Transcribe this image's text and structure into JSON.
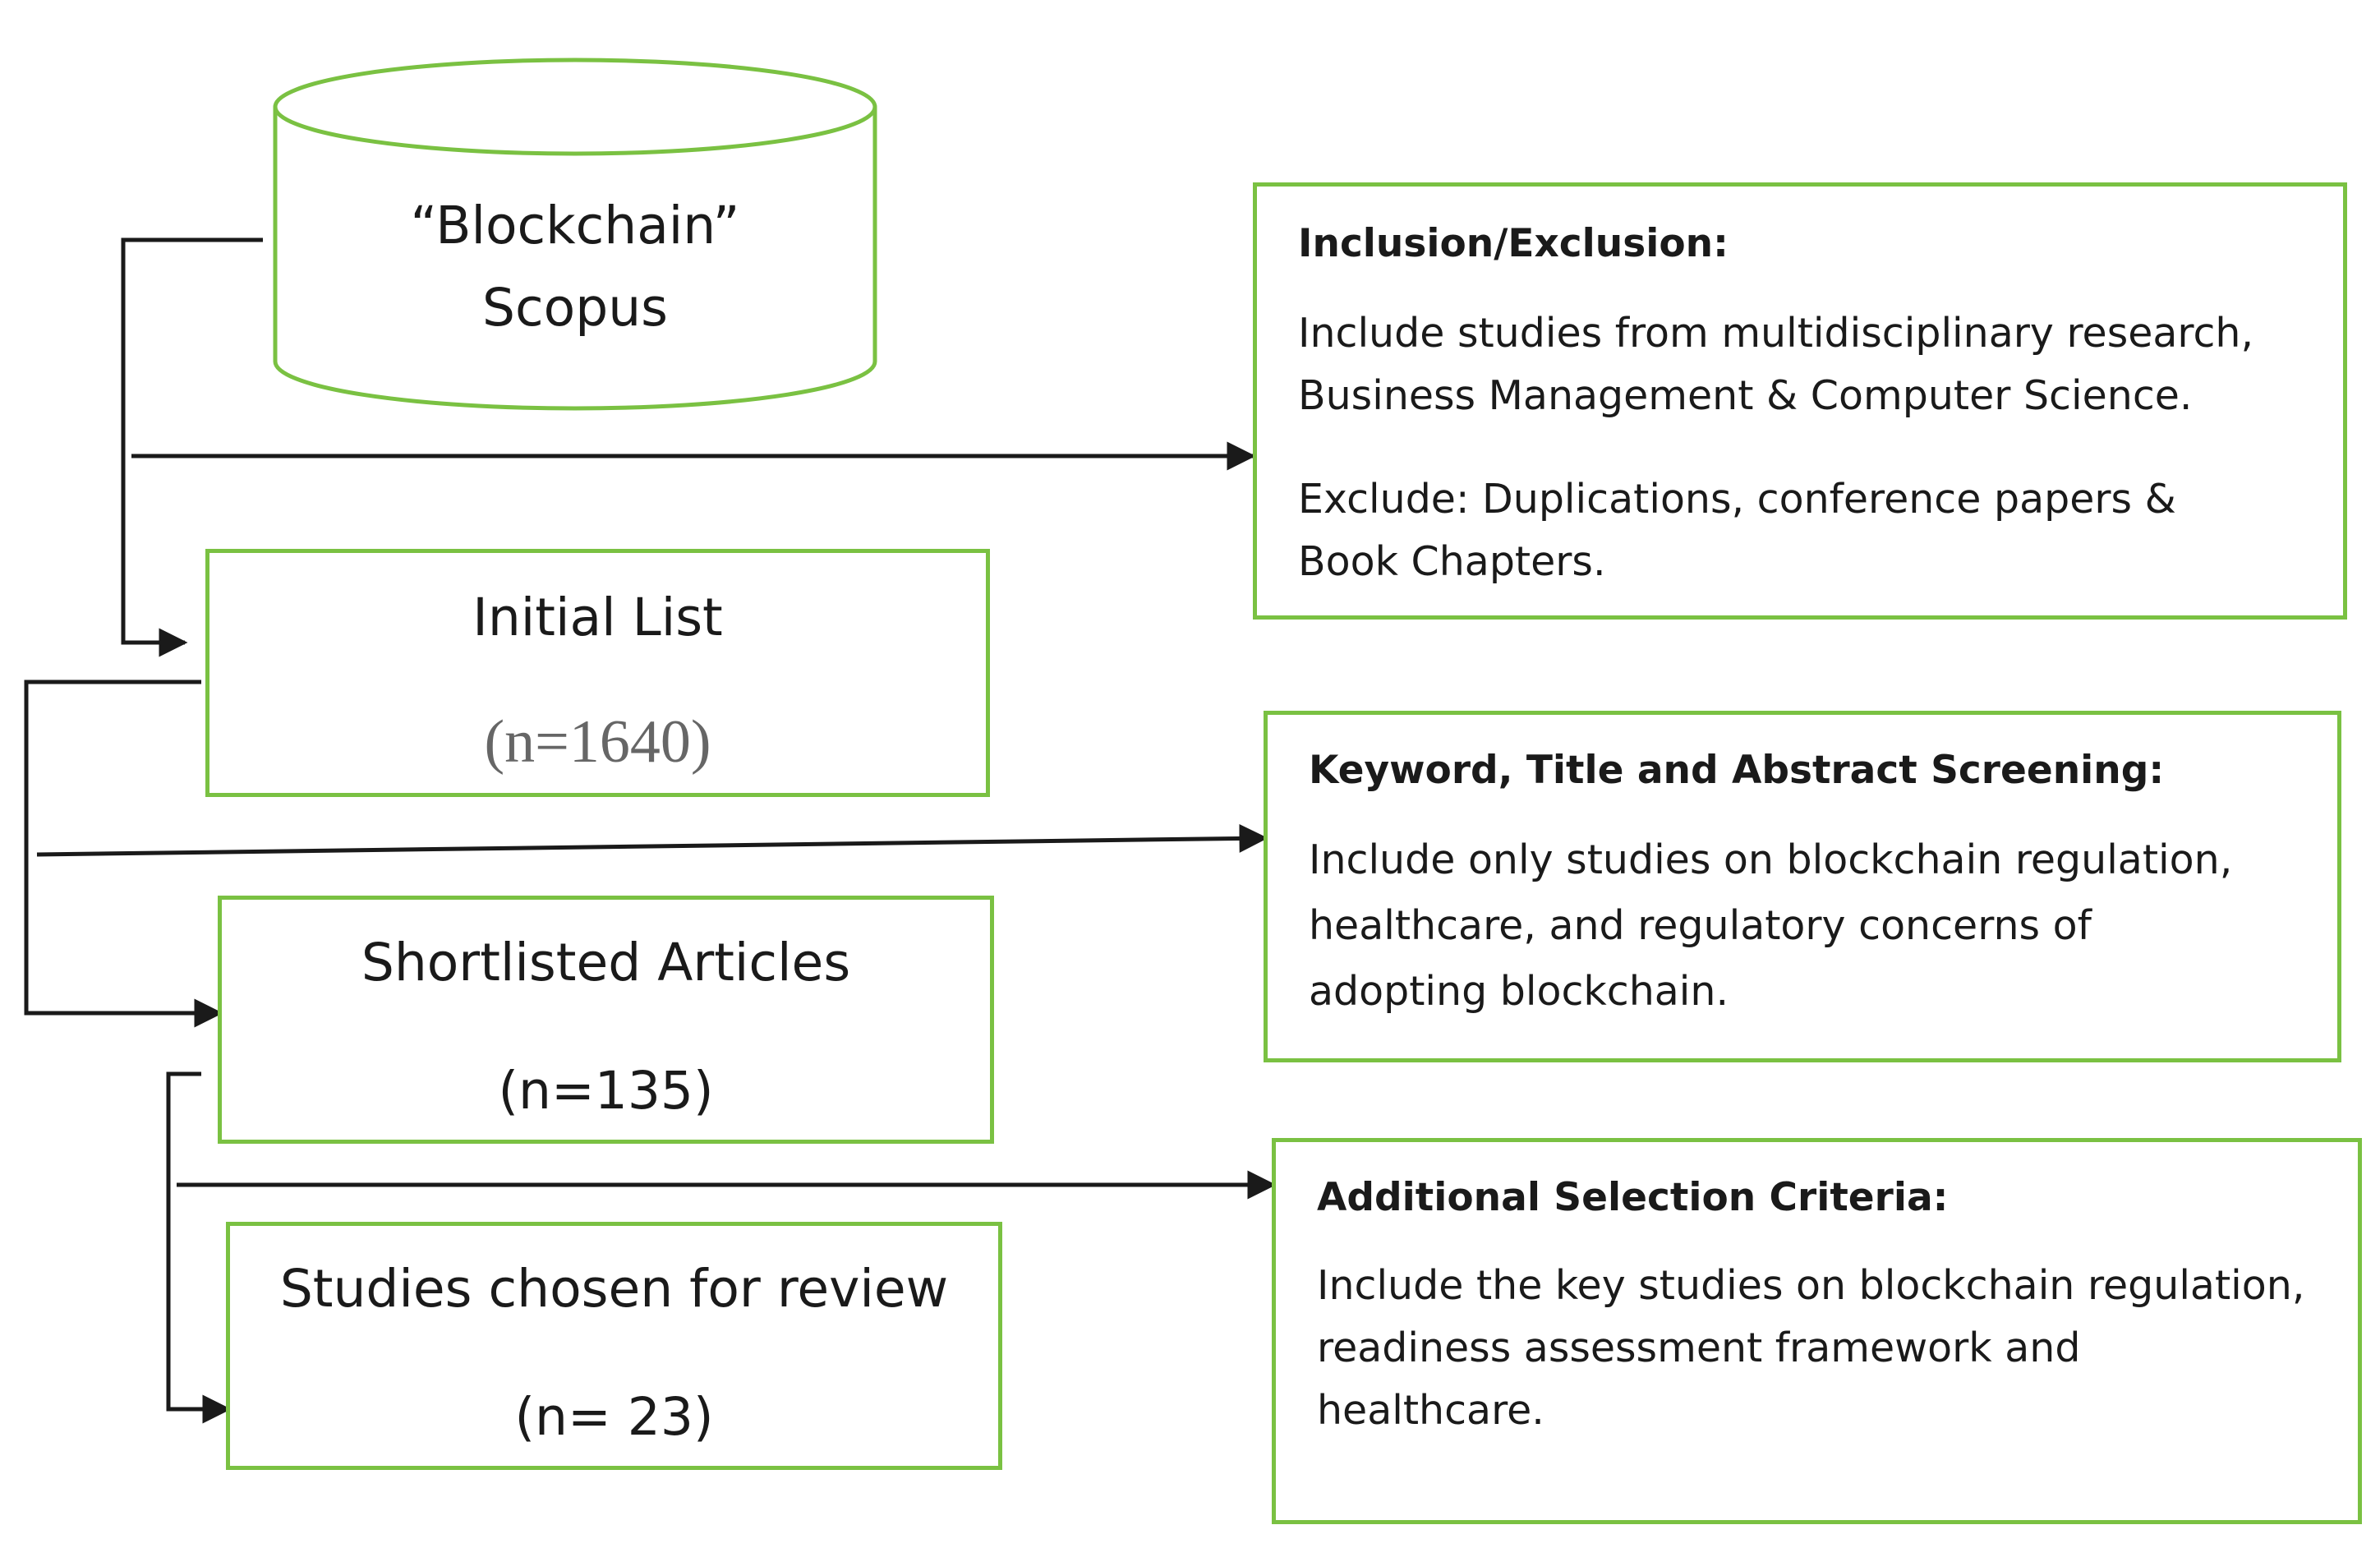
{
  "source": {
    "line1": "“Blockchain”",
    "line2": "Scopus"
  },
  "steps": [
    {
      "title": "Initial List",
      "count": "(n=1640)"
    },
    {
      "title": "Shortlisted Articles",
      "count": "(n=135)"
    },
    {
      "title": "Studies chosen for review",
      "count": "(n= 23)"
    }
  ],
  "criteria": [
    {
      "title": "Inclusion/Exclusion:",
      "paragraphs": [
        [
          "Include studies from multidisciplinary research,",
          "Business Management & Computer Science."
        ],
        [
          "Exclude: Duplications, conference papers &",
          "Book Chapters."
        ]
      ]
    },
    {
      "title": "Keyword, Title and Abstract Screening:",
      "paragraphs": [
        [
          "Include only studies on blockchain regulation,",
          "healthcare, and regulatory concerns of",
          "adopting blockchain."
        ]
      ]
    },
    {
      "title": "Additional Selection Criteria:",
      "paragraphs": [
        [
          "Include the key studies on blockchain regulation,",
          "readiness assessment framework and",
          "healthcare."
        ]
      ]
    }
  ],
  "colors": {
    "box_border": "#7ac142",
    "line": "#1a1a1a",
    "count_serif": "#666666"
  }
}
